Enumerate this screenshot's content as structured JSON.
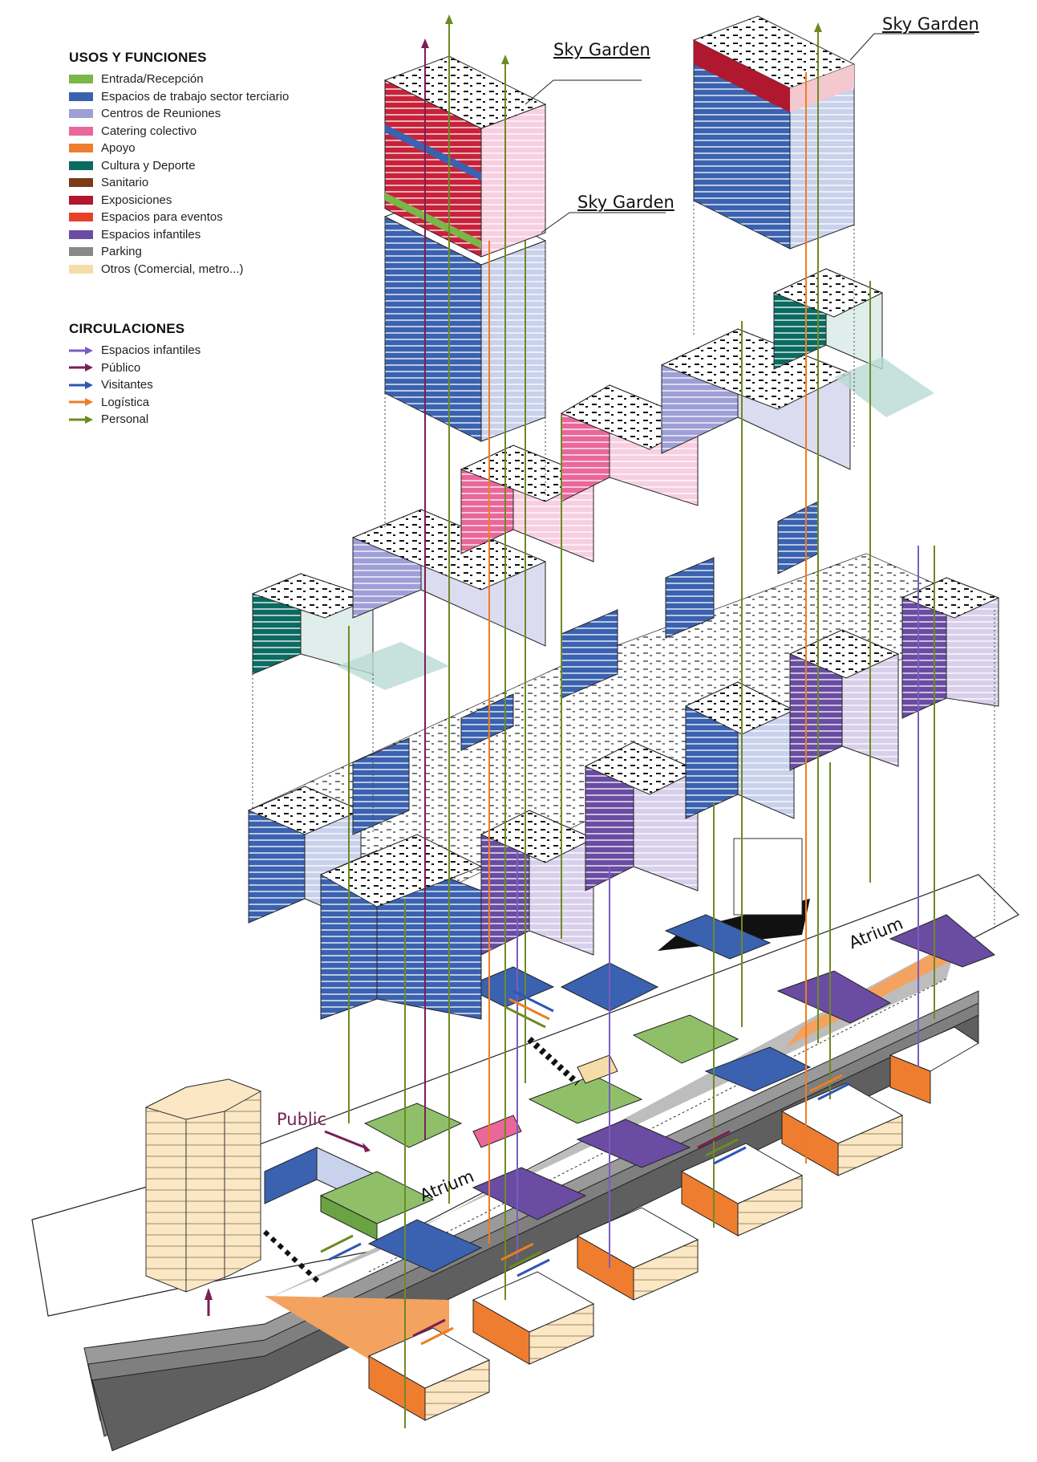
{
  "legend": {
    "uses_title": "USOS Y FUNCIONES",
    "uses": [
      {
        "label": "Entrada/Recepción",
        "color": "#7ab648"
      },
      {
        "label": "Espacios de trabajo sector terciario",
        "color": "#3a62b0"
      },
      {
        "label": "Centros de Reuniones",
        "color": "#9e9fd6"
      },
      {
        "label": "Catering colectivo",
        "color": "#e9679a"
      },
      {
        "label": "Apoyo",
        "color": "#ef7d30"
      },
      {
        "label": "Cultura y Deporte",
        "color": "#0b6b62"
      },
      {
        "label": "Sanitario",
        "color": "#7a3b16"
      },
      {
        "label": "Exposiciones",
        "color": "#b0182f"
      },
      {
        "label": "Espacios para eventos",
        "color": "#e8412a"
      },
      {
        "label": "Espacios infantiles",
        "color": "#6a4ca2"
      },
      {
        "label": "Parking",
        "color": "#888888"
      },
      {
        "label": "Otros (Comercial, metro...)",
        "color": "#f6dca8"
      }
    ],
    "circ_title": "CIRCULACIONES",
    "circulations": [
      {
        "label": "Espacios infantiles",
        "color": "#7b5cc0"
      },
      {
        "label": "Público",
        "color": "#7a1f55"
      },
      {
        "label": "Visitantes",
        "color": "#2f56b3"
      },
      {
        "label": "Logística",
        "color": "#ef7d22"
      },
      {
        "label": "Personal",
        "color": "#6e8a24"
      }
    ]
  },
  "annotations": {
    "sky_garden_1": "Sky Garden",
    "sky_garden_2": "Sky Garden",
    "sky_garden_3": "Sky Garden",
    "public": "Public",
    "atrium_1": "Atrium",
    "atrium_2": "Atrium"
  }
}
